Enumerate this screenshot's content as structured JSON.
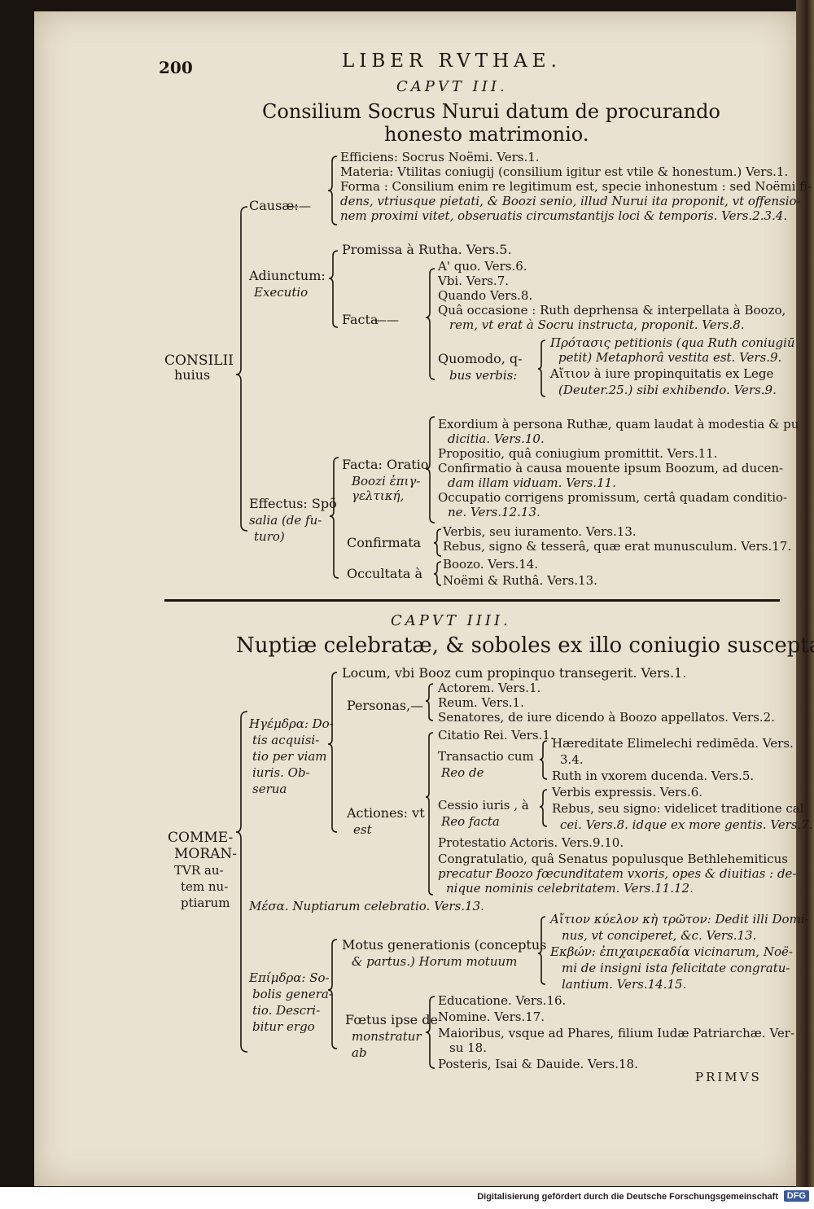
{
  "page": {
    "number": "200",
    "running_head": "LIBER RVTHAE.",
    "catchword": "PRIMVS"
  },
  "chapter3": {
    "caput": "CAPVT III.",
    "title_1": "Consilium Socrus Nurui datum de procurando",
    "title_2": "honesto matrimonio.",
    "root": [
      "CONSILII",
      "huius"
    ],
    "causae": {
      "label": "Causæ:",
      "lines": [
        "Efficiens: Socrus Noëmi. Vers.1.",
        "Materia: Vtilitas coniugij (consilium igitur est vtile & honestum.) Vers.1.",
        "Forma : Consilium enim re legitimum est, specie inhonestum : sed Noëmi fi-",
        "dens, vtriusque pietati, & Boozi senio, illud Nurui ita proponit, vt offensio-",
        "nem proximi vitet, obseruatis circumstantijs loci & temporis. Vers.2.3.4."
      ]
    },
    "adiunctum": {
      "label": "Adiunctum:",
      "sub": "Executio",
      "promissa": "Promissa à Rutha. Vers.5.",
      "facta_label": "Facta",
      "facta_lines": [
        "A' quo. Vers.6.",
        "Vbi. Vers.7.",
        "Quando Vers.8.",
        "Quâ occasione : Ruth deprhensa & interpellata à Boozo,",
        "rem, vt erat à Socru instructa, proponit. Vers.8."
      ],
      "quomodo": [
        "Quomodo, q-",
        "bus verbis:"
      ],
      "quomodo_lines": [
        "Πρότασις petitionis (qua Ruth coniugiū",
        "petit) Metaphorâ vestita est. Vers.9.",
        "Αἴτιον à iure propinquitatis ex Lege",
        "(Deuter.25.) sibi exhibendo. Vers.9."
      ]
    },
    "effectus": {
      "label": [
        "Effectus: Spõ",
        "salia (de fu-",
        "turo)"
      ],
      "facta_label": [
        "Facta: Oratio",
        "Boozi ἐπιγ-",
        "γελτική,"
      ],
      "oratio_lines": [
        "Exordium à persona Ruthæ, quam laudat à modestia & pu",
        "dicitia. Vers.10.",
        "Propositio, quâ coniugium promittit. Vers.11.",
        "Confirmatio à causa mouente ipsum Boozum, ad ducen-",
        "dam illam viduam. Vers.11.",
        "Occupatio corrigens promissum, certâ quadam conditio-",
        "ne. Vers.12.13."
      ],
      "confirmata_label": "Confirmata",
      "confirmata_lines": [
        "Verbis, seu iuramento. Vers.13.",
        "Rebus, signo & tesserâ, quæ erat munusculum. Vers.17."
      ],
      "occultata_label": "Occultata à",
      "occultata_lines": [
        "Boozo. Vers.14.",
        "Noëmi & Ruthâ. Vers.13."
      ]
    }
  },
  "chapter4": {
    "caput": "CAPVT IIII.",
    "title": "Nuptiæ celebratæ, & soboles ex illo coniugio suscepta.",
    "root": [
      "COMME-",
      "MORAN-",
      "TVR au-",
      "tem nu-",
      "ptiarum"
    ],
    "hegemon": [
      "Ηγέμδρα: Do-",
      "tis acquisi-",
      "tio per viam",
      "iuris. Ob-",
      "serua"
    ],
    "locum": "Locum, vbi Booz cum propinquo transegerit. Vers.1.",
    "personas_label": "Personas,—",
    "personas_lines": [
      "Actorem. Vers.1.",
      "Reum. Vers.1.",
      "Senatores, de iure dicendo à Boozo appellatos. Vers.2."
    ],
    "actiones_label": [
      "Actiones: vt",
      "est"
    ],
    "citatio": "Citatio Rei. Vers.1.",
    "transactio": [
      "Transactio cum",
      "Reo de"
    ],
    "transactio_lines": [
      "Hæreditate Elimelechi redimēda. Vers.",
      "3.4.",
      "Ruth in vxorem ducenda. Vers.5."
    ],
    "cessio": [
      "Cessio iuris , à",
      "Reo facta"
    ],
    "cessio_lines": [
      "Verbis expressis. Vers.6.",
      "Rebus, seu signo: videlicet traditione cal",
      "cei. Vers.8. idque ex more gentis. Vers.7."
    ],
    "protestatio": "Protestatio Actoris. Vers.9.10.",
    "congratulatio": [
      "Congratulatio, quâ Senatus populusque Bethlehemiticus",
      "precatur Boozo fœcunditatem vxoris, opes & diuitias : de-",
      "nique nominis celebritatem. Vers.11.12."
    ],
    "mesa": "Μέσα. Nuptiarum celebratio. Vers.13.",
    "epimetra": [
      "Επίμδρα: So-",
      "bolis genera-",
      "tio. Descri-",
      "bitur ergo"
    ],
    "motus": [
      "Motus generationis (conceptus",
      "& partus.) Horum motuum"
    ],
    "motus_lines": [
      "Αἴτιον κύελον κὴ τρῶτον: Dedit illi Domi-",
      "nus, vt conciperet, &c. Vers.13.",
      "Εκβών: ἐπιχαιρεκαδία vicinarum, Noë-",
      "mi de insigni ista felicitate congratu-",
      "lantium. Vers.14.15."
    ],
    "foetus": [
      "Fœtus ipse de",
      "monstratur",
      "ab"
    ],
    "foetus_lines": [
      "Educatione. Vers.16.",
      "Nomine. Vers.17.",
      "Maioribus, vsque ad Phares, filium Iudæ Patriarchæ. Ver-",
      "su 18.",
      "Posteris, Isai & Dauide. Vers.18."
    ]
  },
  "footer": {
    "credit": "Digitalisierung gefördert durch die Deutsche Forschungsgemeinschaft",
    "badge": "DFG"
  }
}
